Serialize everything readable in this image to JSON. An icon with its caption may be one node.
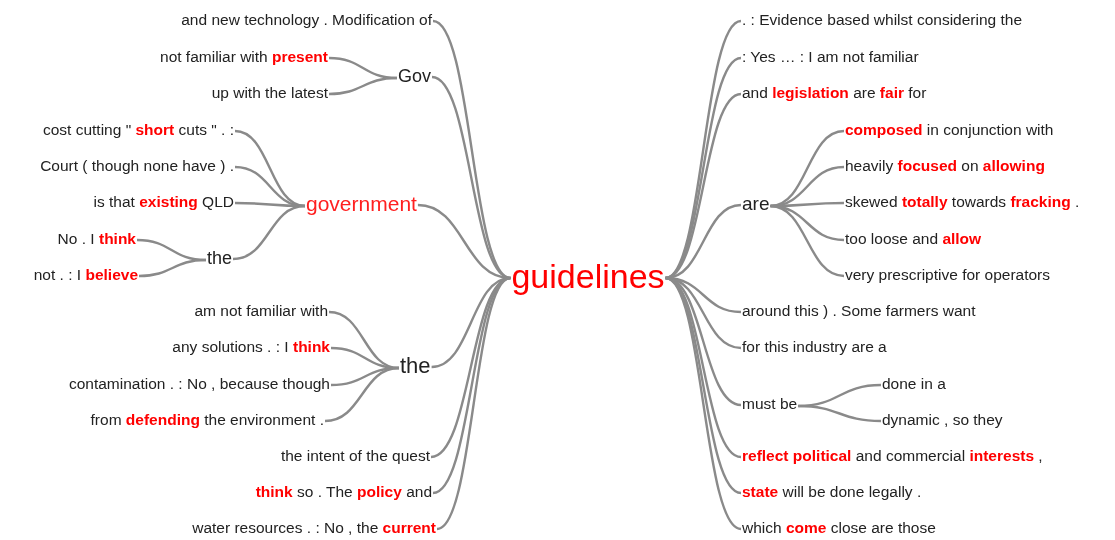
{
  "diagram": {
    "nodes": [
      {
        "text": [
          "guidelines"
        ]
      },
      {
        "text": [
          "and new technology . Modification of"
        ]
      },
      {
        "text": [
          "Gov"
        ]
      },
      {
        "text": [
          "not familiar with **present**"
        ]
      },
      {
        "text": [
          "up with the latest"
        ]
      },
      {
        "text": [
          "government"
        ]
      },
      {
        "text": [
          "cost cutting \" **short** cuts \" . :"
        ]
      },
      {
        "text": [
          "Court ( though none have ) ."
        ]
      },
      {
        "text": [
          "is that **existing** QLD"
        ]
      },
      {
        "text": [
          "the"
        ]
      },
      {
        "text": [
          "No . I **think**"
        ]
      },
      {
        "text": [
          "not . : I **believe**"
        ]
      },
      {
        "text": [
          "the"
        ]
      },
      {
        "text": [
          "am not familiar with"
        ]
      },
      {
        "text": [
          "any solutions . : I **think**"
        ]
      },
      {
        "text": [
          "contamination . : No , because though"
        ]
      },
      {
        "text": [
          "from **defending** the environment ."
        ]
      },
      {
        "text": [
          "the intent of the quest"
        ]
      },
      {
        "text": [
          "**think** so . The **policy** and"
        ]
      },
      {
        "text": [
          "water resources . : No , the **current**"
        ]
      },
      {
        "text": [
          ". : Evidence based whilst considering the"
        ]
      },
      {
        "text": [
          ": Yes … : I am not familiar"
        ]
      },
      {
        "text": [
          "and **legislation** are **fair** for"
        ]
      },
      {
        "text": [
          "are"
        ]
      },
      {
        "text": [
          "**composed** in conjunction with"
        ]
      },
      {
        "text": [
          "heavily **focused** on **allowing**"
        ]
      },
      {
        "text": [
          "skewed **totally** towards **fracking** ."
        ]
      },
      {
        "text": [
          "too loose and **allow**"
        ]
      },
      {
        "text": [
          "very prescriptive for operators"
        ]
      },
      {
        "text": [
          "around this ) . Some farmers want"
        ]
      },
      {
        "text": [
          "for this industry are a"
        ]
      },
      {
        "text": [
          "must be"
        ]
      },
      {
        "text": [
          "done in a"
        ]
      },
      {
        "text": [
          "dynamic , so they"
        ]
      },
      {
        "text": [
          "**reflect political** and commercial **interests** ,"
        ]
      },
      {
        "text": [
          "**state** will be done legally ."
        ]
      },
      {
        "text": [
          "which **come** close are those"
        ]
      }
    ],
    "edges": [
      {
        "from": 0,
        "to": 1,
        "arrow": "none"
      },
      {
        "from": 0,
        "to": 2,
        "arrow": "none"
      },
      {
        "from": 2,
        "to": 3,
        "arrow": "none"
      },
      {
        "from": 2,
        "to": 4,
        "arrow": "none"
      },
      {
        "from": 0,
        "to": 5,
        "arrow": "none"
      },
      {
        "from": 5,
        "to": 6,
        "arrow": "none"
      },
      {
        "from": 5,
        "to": 7,
        "arrow": "none"
      },
      {
        "from": 5,
        "to": 8,
        "arrow": "none"
      },
      {
        "from": 5,
        "to": 9,
        "arrow": "none"
      },
      {
        "from": 9,
        "to": 10,
        "arrow": "none"
      },
      {
        "from": 9,
        "to": 11,
        "arrow": "none"
      },
      {
        "from": 0,
        "to": 12,
        "arrow": "none"
      },
      {
        "from": 12,
        "to": 13,
        "arrow": "none"
      },
      {
        "from": 12,
        "to": 14,
        "arrow": "none"
      },
      {
        "from": 12,
        "to": 15,
        "arrow": "none"
      },
      {
        "from": 12,
        "to": 16,
        "arrow": "none"
      },
      {
        "from": 0,
        "to": 17,
        "arrow": "none"
      },
      {
        "from": 0,
        "to": 18,
        "arrow": "none"
      },
      {
        "from": 0,
        "to": 19,
        "arrow": "none"
      },
      {
        "from": 0,
        "to": 20,
        "arrow": "none"
      },
      {
        "from": 0,
        "to": 21,
        "arrow": "none"
      },
      {
        "from": 0,
        "to": 22,
        "arrow": "none"
      },
      {
        "from": 0,
        "to": 23,
        "arrow": "none"
      },
      {
        "from": 23,
        "to": 24,
        "arrow": "none"
      },
      {
        "from": 23,
        "to": 25,
        "arrow": "none"
      },
      {
        "from": 23,
        "to": 26,
        "arrow": "none"
      },
      {
        "from": 23,
        "to": 27,
        "arrow": "none"
      },
      {
        "from": 23,
        "to": 28,
        "arrow": "none"
      },
      {
        "from": 0,
        "to": 29,
        "arrow": "none"
      },
      {
        "from": 0,
        "to": 30,
        "arrow": "none"
      },
      {
        "from": 0,
        "to": 31,
        "arrow": "none"
      },
      {
        "from": 31,
        "to": 32,
        "arrow": "none"
      },
      {
        "from": 31,
        "to": 33,
        "arrow": "none"
      },
      {
        "from": 0,
        "to": 34,
        "arrow": "none"
      },
      {
        "from": 0,
        "to": 35,
        "arrow": "none"
      },
      {
        "from": 0,
        "to": 36,
        "arrow": "none"
      }
    ]
  }
}
